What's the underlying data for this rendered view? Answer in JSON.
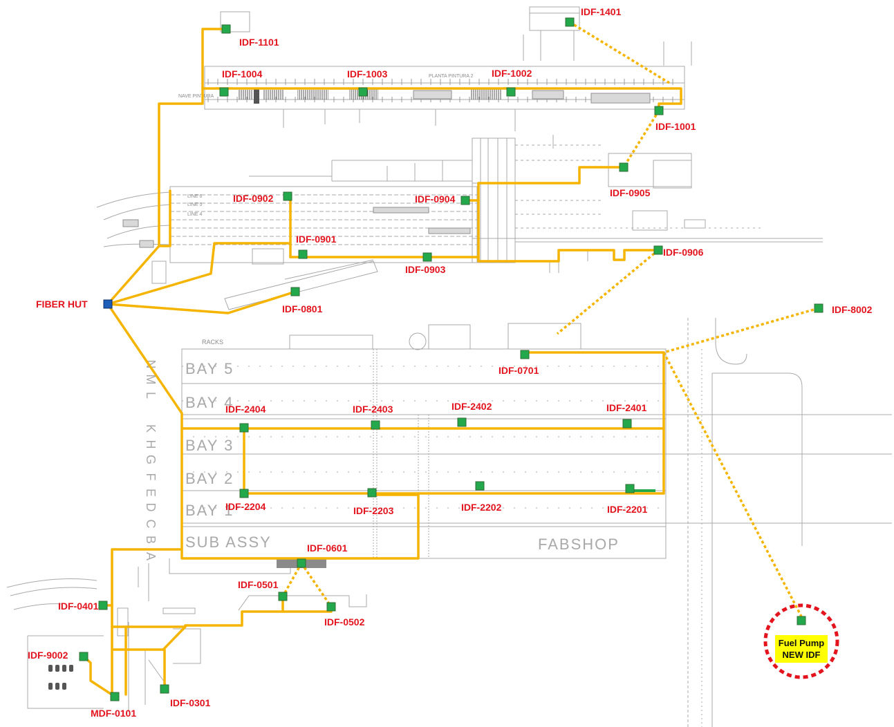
{
  "colors": {
    "fiber_link": "#f5b400",
    "idf_node": "#23a94b",
    "idf_label": "#e3141e",
    "fiber_hut": "#1e5eb8",
    "new_idf_highlight": "#ffff00",
    "new_idf_ring": "#e3141e",
    "plan_linework": "#a8a8a8"
  },
  "nodes": {
    "idf_1101": "IDF-1101",
    "idf_1401": "IDF-1401",
    "idf_1004": "IDF-1004",
    "idf_1003": "IDF-1003",
    "idf_1002": "IDF-1002",
    "idf_1001": "IDF-1001",
    "idf_0905": "IDF-0905",
    "idf_0902": "IDF-0902",
    "idf_0904": "IDF-0904",
    "idf_0901": "IDF-0901",
    "idf_0903": "IDF-0903",
    "idf_0906": "IDF-0906",
    "idf_0801": "IDF-0801",
    "idf_8002": "IDF-8002",
    "idf_0701": "IDF-0701",
    "idf_2404": "IDF-2404",
    "idf_2403": "IDF-2403",
    "idf_2402": "IDF-2402",
    "idf_2401": "IDF-2401",
    "idf_2204": "IDF-2204",
    "idf_2203": "IDF-2203",
    "idf_2202": "IDF-2202",
    "idf_2201": "IDF-2201",
    "idf_0601": "IDF-0601",
    "idf_0501": "IDF-0501",
    "idf_0502": "IDF-0502",
    "idf_0401": "IDF-0401",
    "idf_9002": "IDF-9002",
    "mdf_0101": "MDF-0101",
    "idf_0301": "IDF-0301"
  },
  "fiber_hut": "FIBER HUT",
  "new_idf": {
    "line1": "Fuel Pump",
    "line2": "NEW IDF"
  },
  "areas": {
    "bay_5": "BAY 5",
    "bay_4": "BAY 4",
    "bay_3": "BAY 3",
    "bay_2": "BAY 2",
    "bay_1": "BAY 1",
    "sub_assy": "SUB ASSY",
    "fabshop": "FABSHOP",
    "racks": "RACKS",
    "planta_pintura": "PLANTA PINTURA 2",
    "nave_pintura": "NAVE PINTURA",
    "line_6": "LINE 6",
    "line_5": "LINE 5",
    "line_4": "LINE 4"
  },
  "column_letters": [
    "N",
    "M",
    "L",
    "K",
    "H",
    "G",
    "F",
    "E",
    "D",
    "C",
    "B",
    "A"
  ]
}
